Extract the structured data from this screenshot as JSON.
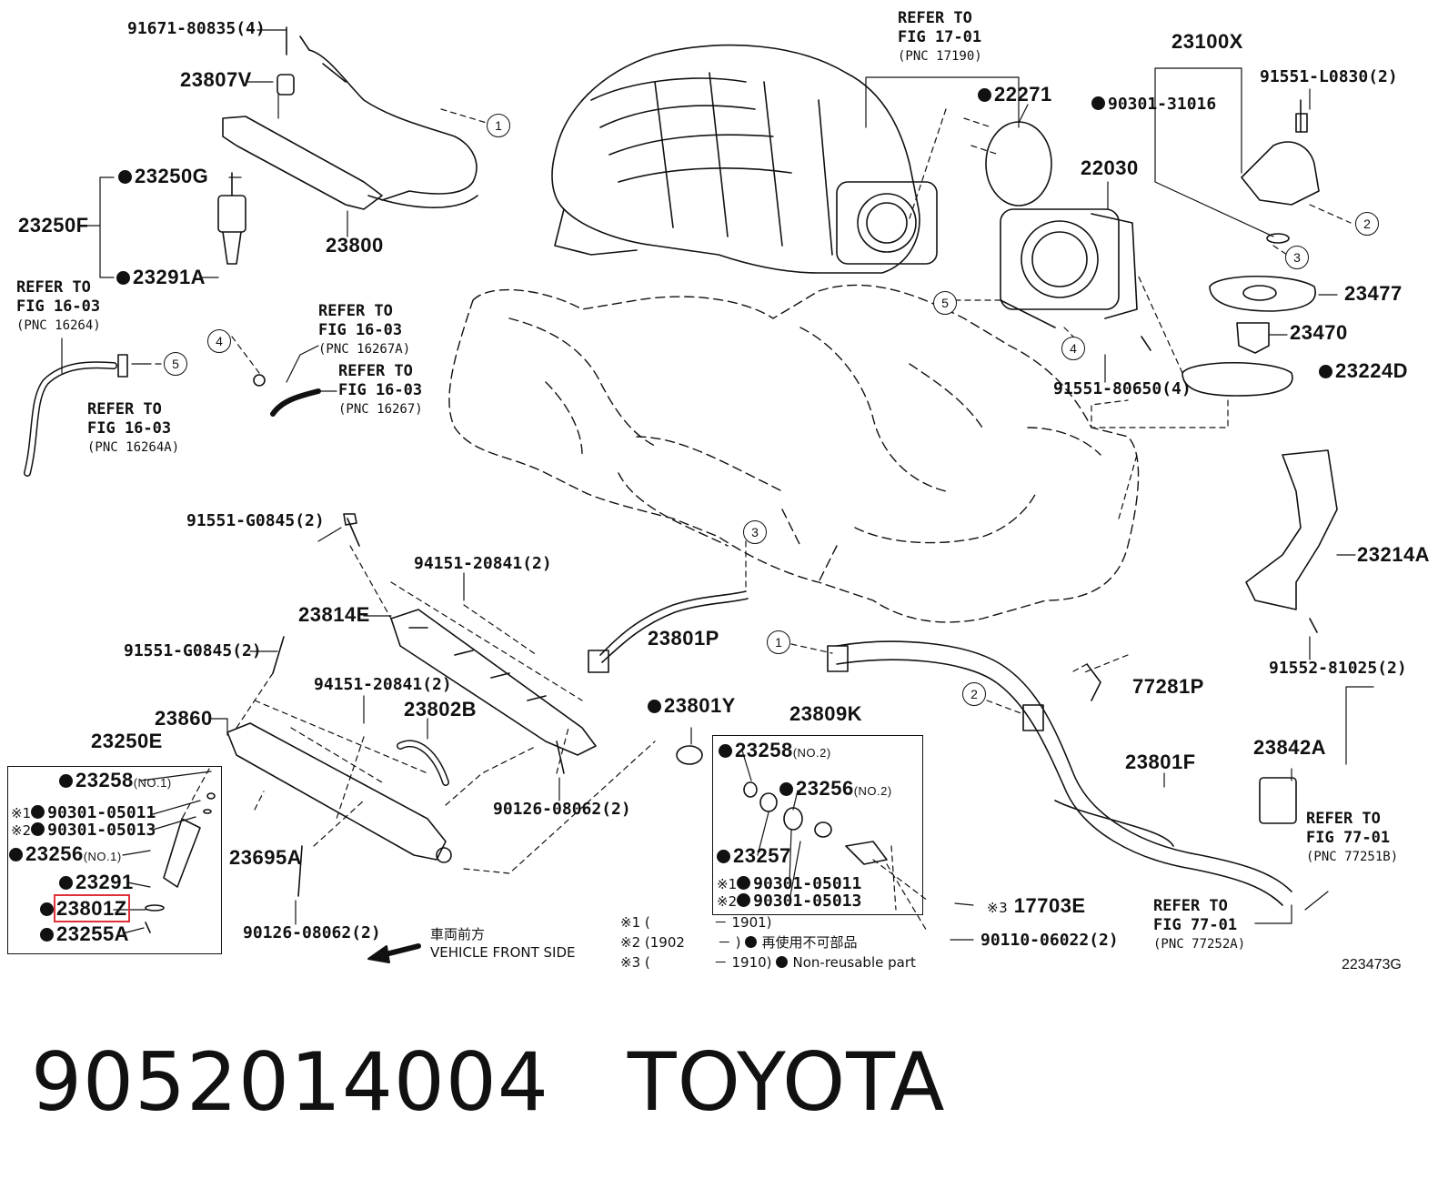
{
  "footer": {
    "part_number": "9052014004",
    "brand": "TOYOTA"
  },
  "figure_id": "223473G",
  "callouts": {
    "c_91671": "91671-80835(4)",
    "c_23807V": "23807V",
    "c_23250G": "23250G",
    "c_23250F": "23250F",
    "c_23291A": "23291A",
    "c_23800": "23800",
    "c_22271": "22271",
    "c_22030": "22030",
    "c_23100X": "23100X",
    "c_91551L": "91551-L0830(2)",
    "c_90301_31016": "90301-31016",
    "c_23477": "23477",
    "c_23470": "23470",
    "c_23224D": "23224D",
    "c_91551_80650": "91551-80650(4)",
    "c_23214A": "23214A",
    "c_91552": "91552-81025(2)",
    "c_91551G_1": "91551-G0845(2)",
    "c_94151_1": "94151-20841(2)",
    "c_23814E": "23814E",
    "c_91551G_2": "91551-G0845(2)",
    "c_94151_2": "94151-20841(2)",
    "c_23802B": "23802B",
    "c_23860": "23860",
    "c_23801P": "23801P",
    "c_23801Y": "23801Y",
    "c_23809K": "23809K",
    "c_77281P": "77281P",
    "c_23801F": "23801F",
    "c_23842A": "23842A",
    "c_23695A": "23695A",
    "c_90126_1": "90126-08062(2)",
    "c_90126_2": "90126-08062(2)",
    "c_17703E": "17703E",
    "c_90110": "90110-06022(2)",
    "c_23250E": "23250E"
  },
  "kit_23250E": {
    "l1": "23258",
    "l1s": "(NO.1)",
    "l2": "90301-05011",
    "l2m": "※1",
    "l3": "90301-05013",
    "l3m": "※2",
    "l4": "23256",
    "l4s": "(NO.1)",
    "l5": "23291",
    "l6": "23801Z",
    "l7": "23255A"
  },
  "kit_23809K": {
    "l1": "23258",
    "l1s": "(NO.2)",
    "l2": "23256",
    "l2s": "(NO.2)",
    "l3": "23257",
    "l4": "90301-05011",
    "l4m": "※1",
    "l5": "90301-05013",
    "l5m": "※2"
  },
  "mark3": "※3",
  "refs": {
    "r1": {
      "l1": "REFER TO",
      "l2": "FIG 17-01",
      "l3": "(PNC 17190)"
    },
    "r2": {
      "l1": "REFER TO",
      "l2": "FIG 16-03",
      "l3": "(PNC 16264)"
    },
    "r3": {
      "l1": "REFER TO",
      "l2": "FIG 16-03",
      "l3": "(PNC 16267A)"
    },
    "r4": {
      "l1": "REFER TO",
      "l2": "FIG 16-03",
      "l3": "(PNC 16267)"
    },
    "r5": {
      "l1": "REFER TO",
      "l2": "FIG 16-03",
      "l3": "(PNC 16264A)"
    },
    "r6": {
      "l1": "REFER TO",
      "l2": "FIG 77-01",
      "l3": "(PNC 77251B)"
    },
    "r7": {
      "l1": "REFER TO",
      "l2": "FIG 77-01",
      "l3": "(PNC 77252A)"
    }
  },
  "circles": {
    "one": "1",
    "two": "2",
    "three": "3",
    "four": "4",
    "five": "5"
  },
  "front": {
    "jp": "車両前方",
    "en": "VEHICLE FRONT SIDE"
  },
  "legend": {
    "n1": "※1 (",
    "d1": "－ 1901)",
    "n2": "※2 (1902",
    "d2": "－   )",
    "n3": "※3 (",
    "d3": "－ 1910)",
    "jp": "再使用不可部品",
    "en": "Non-reusable part"
  }
}
